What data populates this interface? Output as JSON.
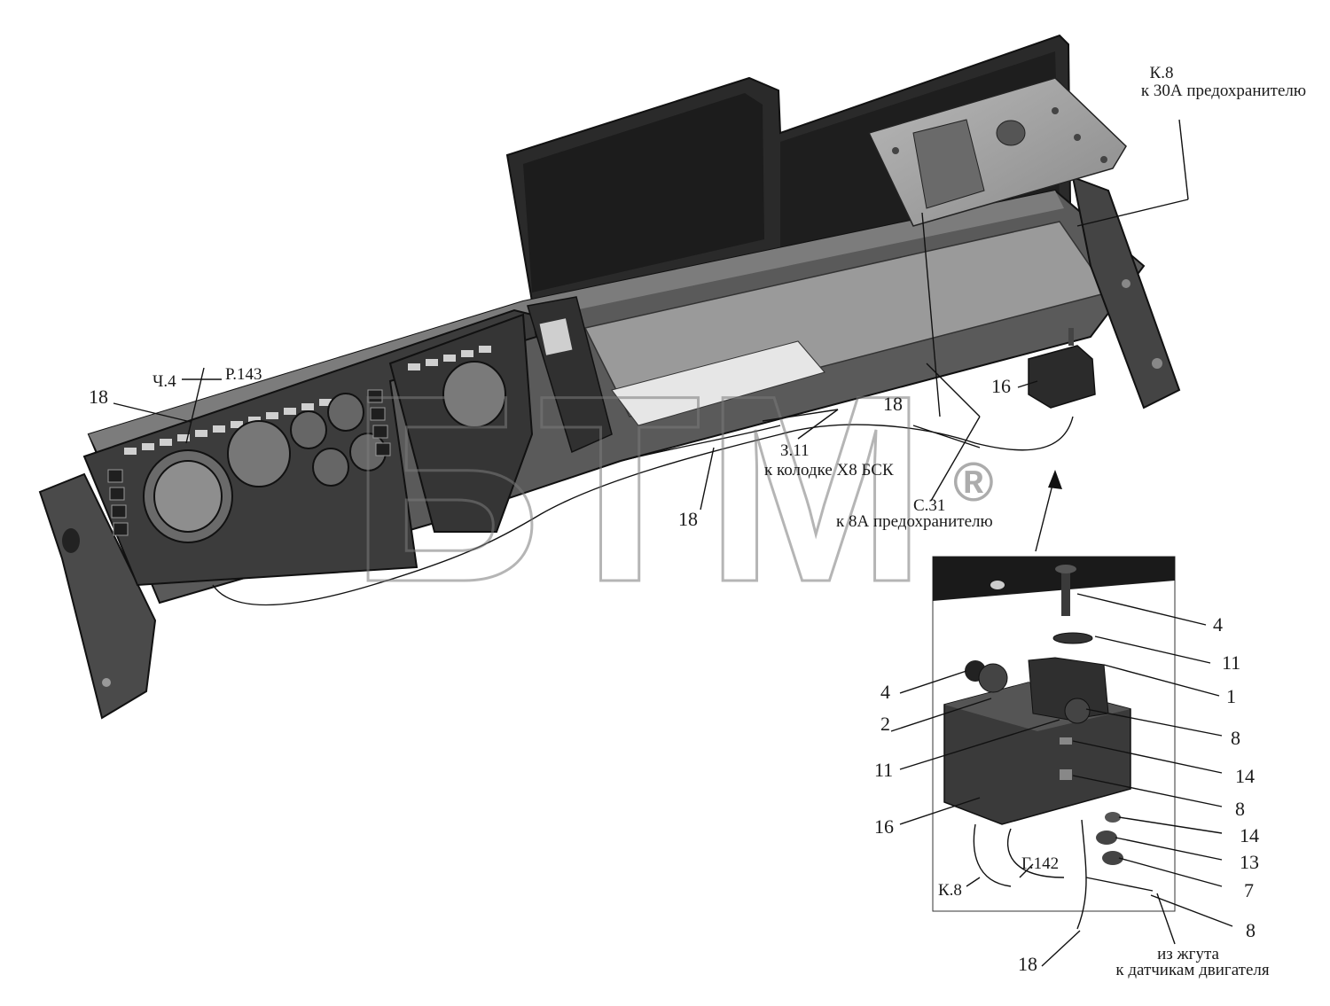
{
  "watermark": {
    "text": "БТМ",
    "mark": "®"
  },
  "labels": {
    "k8_top": "К.8",
    "k8_top_sub": "к 30А предохранителю",
    "ch4": "Ч.4",
    "r143": "Р.143",
    "z11": "З.11",
    "z11_sub": "к колодке Х8 БСК",
    "s31": "С.31",
    "s31_sub": "к 8А предохранителю",
    "k8_bottom": "К.8",
    "g142": "Г.142",
    "harness": "из жгута",
    "harness_sub": "к датчикам двигателя"
  },
  "callouts": {
    "n18_left": "18",
    "n18_mid": "18",
    "n18_right": "18",
    "n18_bottom": "18",
    "n16_main": "16",
    "n4_top": "4",
    "n11_top": "11",
    "n4_left": "4",
    "n1": "1",
    "n2": "2",
    "n8_a": "8",
    "n11_left": "11",
    "n14_a": "14",
    "n8_b": "8",
    "n16_detail": "16",
    "n14_b": "14",
    "n13": "13",
    "n7": "7",
    "n8_c": "8"
  }
}
